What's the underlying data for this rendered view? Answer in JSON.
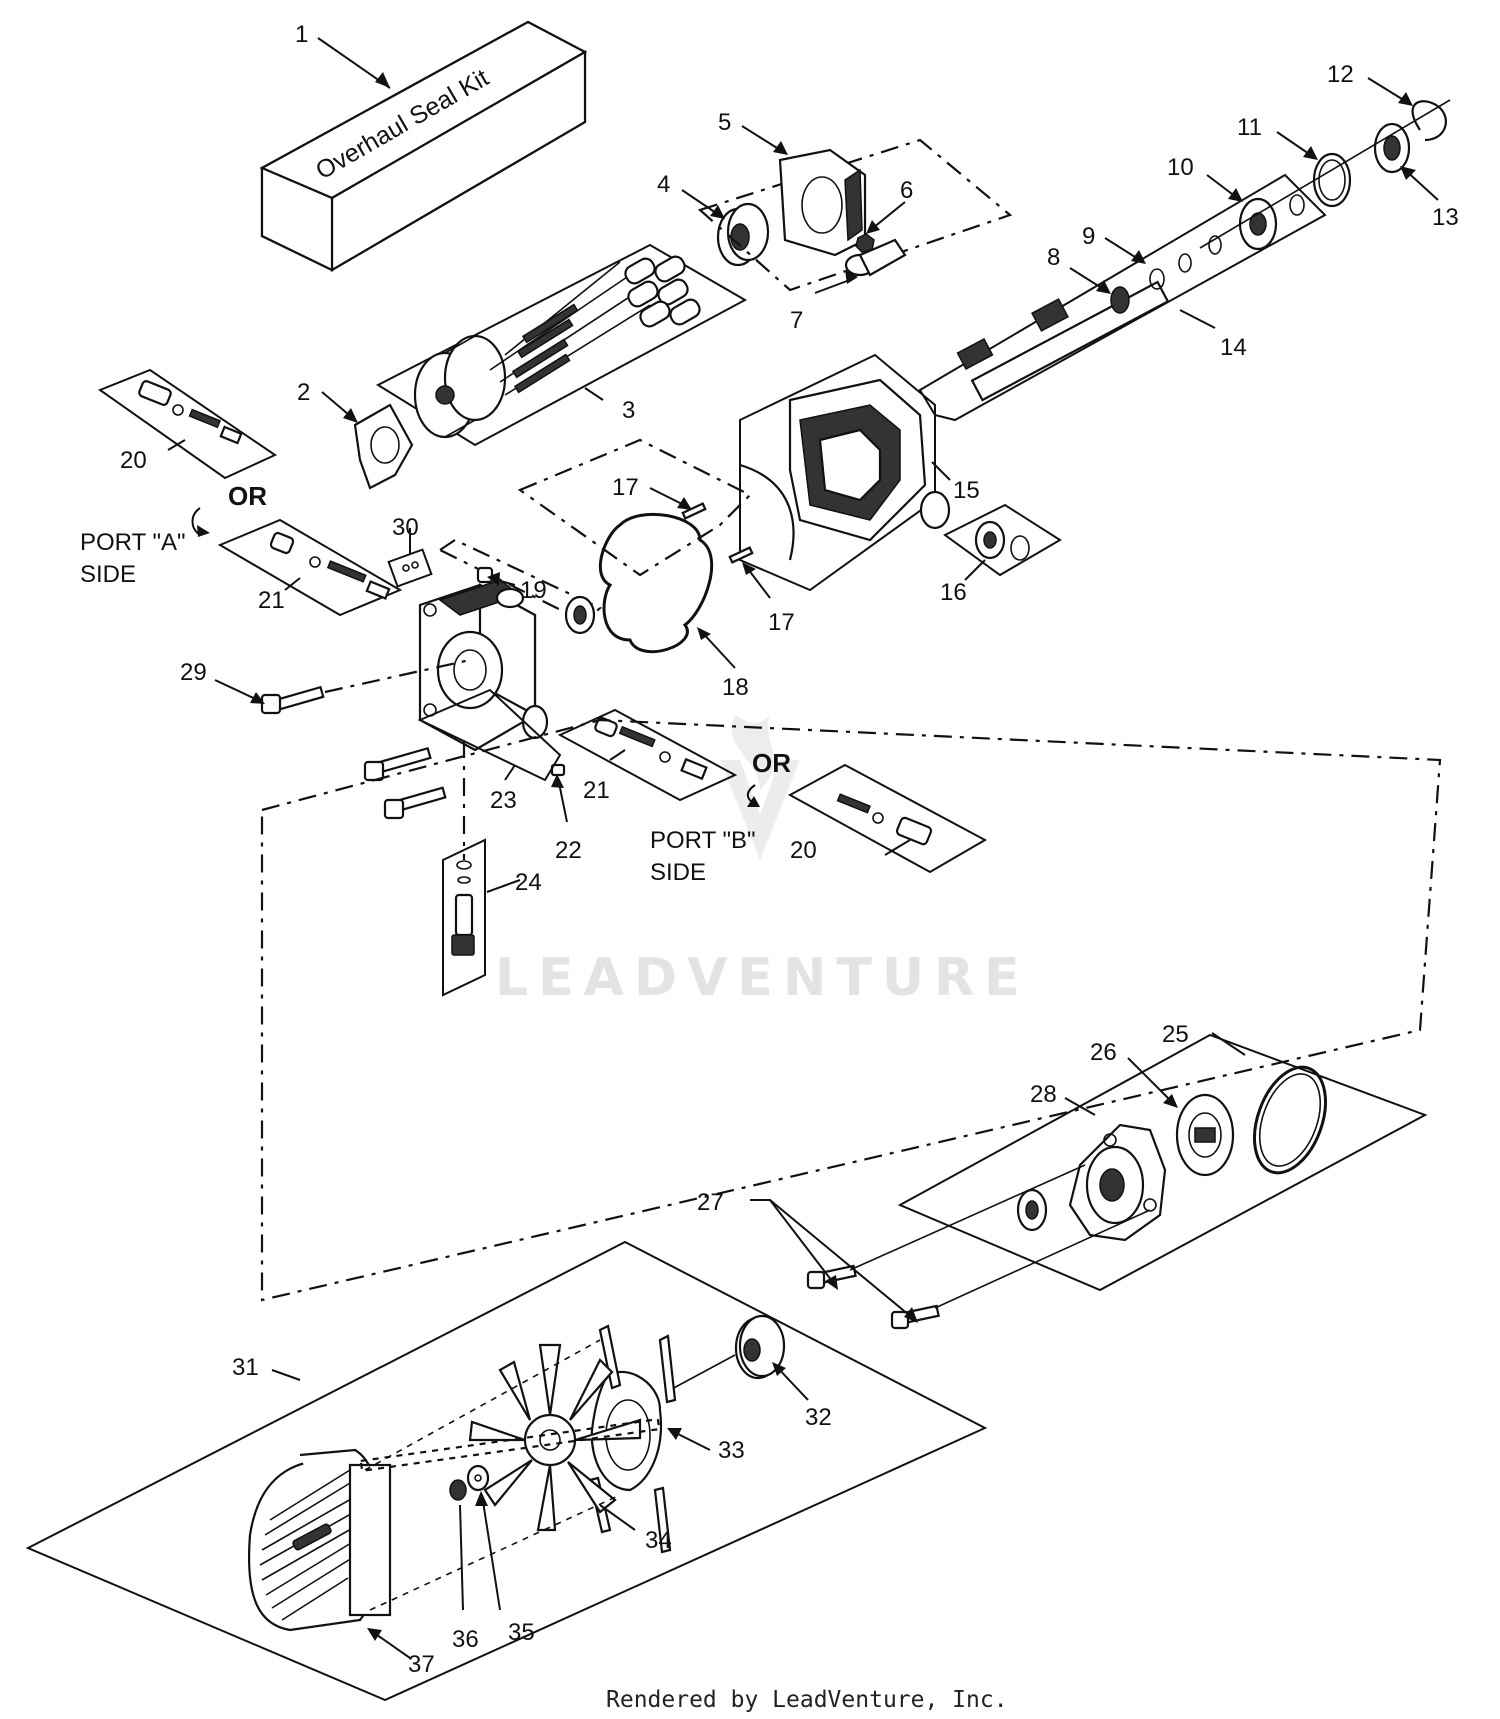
{
  "kit_text": "Overhaul Seal Kit",
  "callouts": [
    "1",
    "2",
    "3",
    "4",
    "5",
    "6",
    "7",
    "8",
    "9",
    "10",
    "11",
    "12",
    "13",
    "14",
    "15",
    "16",
    "17",
    "17",
    "18",
    "19",
    "20",
    "20",
    "21",
    "21",
    "22",
    "23",
    "24",
    "25",
    "26",
    "27",
    "28",
    "29",
    "30",
    "31",
    "32",
    "33",
    "34",
    "35",
    "36",
    "37"
  ],
  "or_label": "OR",
  "port_a": {
    "line1": "PORT \"A\"",
    "line2": "SIDE"
  },
  "port_b": {
    "line1": "PORT \"B\"",
    "line2": "SIDE"
  },
  "watermark": "LEADVENTURE",
  "footer": "Rendered by LeadVenture, Inc.",
  "colors": {
    "line": "#111111",
    "watermark": "#e3e3e3"
  }
}
